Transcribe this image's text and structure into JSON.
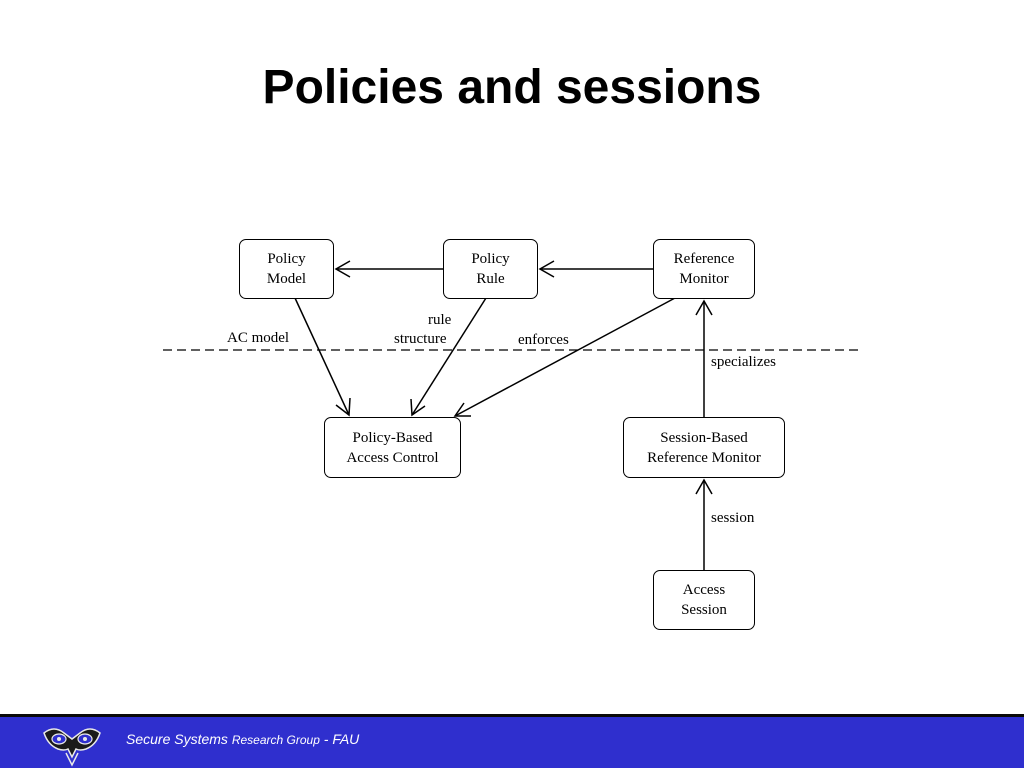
{
  "title": "Policies and sessions",
  "nodes": {
    "policy_model": {
      "line1": "Policy",
      "line2": "Model"
    },
    "policy_rule": {
      "line1": "Policy",
      "line2": "Rule"
    },
    "reference_monitor": {
      "line1": "Reference",
      "line2": "Monitor"
    },
    "policy_based_ac": {
      "line1": "Policy-Based",
      "line2": "Access Control"
    },
    "session_based_rm": {
      "line1": "Session-Based",
      "line2": "Reference Monitor"
    },
    "access_session": {
      "line1": "Access",
      "line2": "Session"
    }
  },
  "edge_labels": {
    "ac_model": "AC model",
    "rule_structure_1": "rule",
    "rule_structure_2": "structure",
    "enforces": "enforces",
    "specializes": "specializes",
    "session": "session"
  },
  "footer": {
    "text_main": "Secure Systems",
    "text_small": "Research Group",
    "text_suffix": "- FAU",
    "background_color": "#2f2fce",
    "logo_icon": "owl-logo-icon"
  }
}
